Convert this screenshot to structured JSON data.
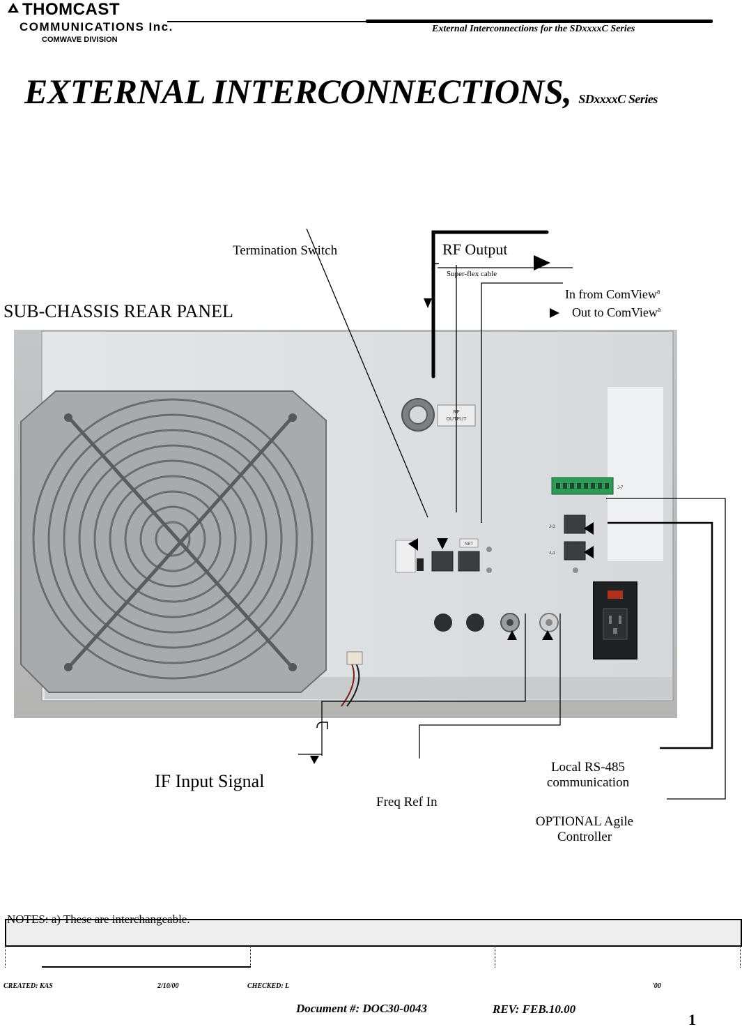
{
  "header": {
    "brand": "THOMCAST",
    "brand_sub": "COMMUNICATIONS Inc.",
    "division": "COMWAVE DIVISION",
    "doc_header_title": "External Interconnections for the SDxxxxC Series"
  },
  "title": {
    "main": "EXTERNAL INTERCONNECTIONS,",
    "series": "SDxxxxC Series"
  },
  "labels": {
    "termination_switch": "Termination Switch",
    "rf_output": "RF Output",
    "superflex": "Super-flex cable",
    "in_from_comview": "In from ComView",
    "out_to_comview": "Out to ComView",
    "footnote_mark": "a",
    "subchassis": "SUB-CHASSIS REAR PANEL",
    "if_input": "IF Input Signal",
    "freq_ref_in": "Freq Ref In",
    "rs485_line1": "Local RS-485",
    "rs485_line2": "communication",
    "agile_line1": "OPTIONAL Agile",
    "agile_line2": "Controller"
  },
  "panel": {
    "rf_plate_line1": "RF",
    "rf_plate_line2": "OUTPUT",
    "net_label": "NET",
    "port_j3": "J-3",
    "port_j4": "J-4",
    "port_j7": "J-7"
  },
  "notes": "NOTES: a) These are interchangeable.",
  "footer": {
    "created": "CREATED: KAS",
    "created_date": "2/10/00",
    "checked": "CHECKED: L",
    "checked_date": "'00",
    "doc_number": "Document #: DOC30-0043",
    "revision": "REV: FEB.10.00",
    "page": "1"
  }
}
